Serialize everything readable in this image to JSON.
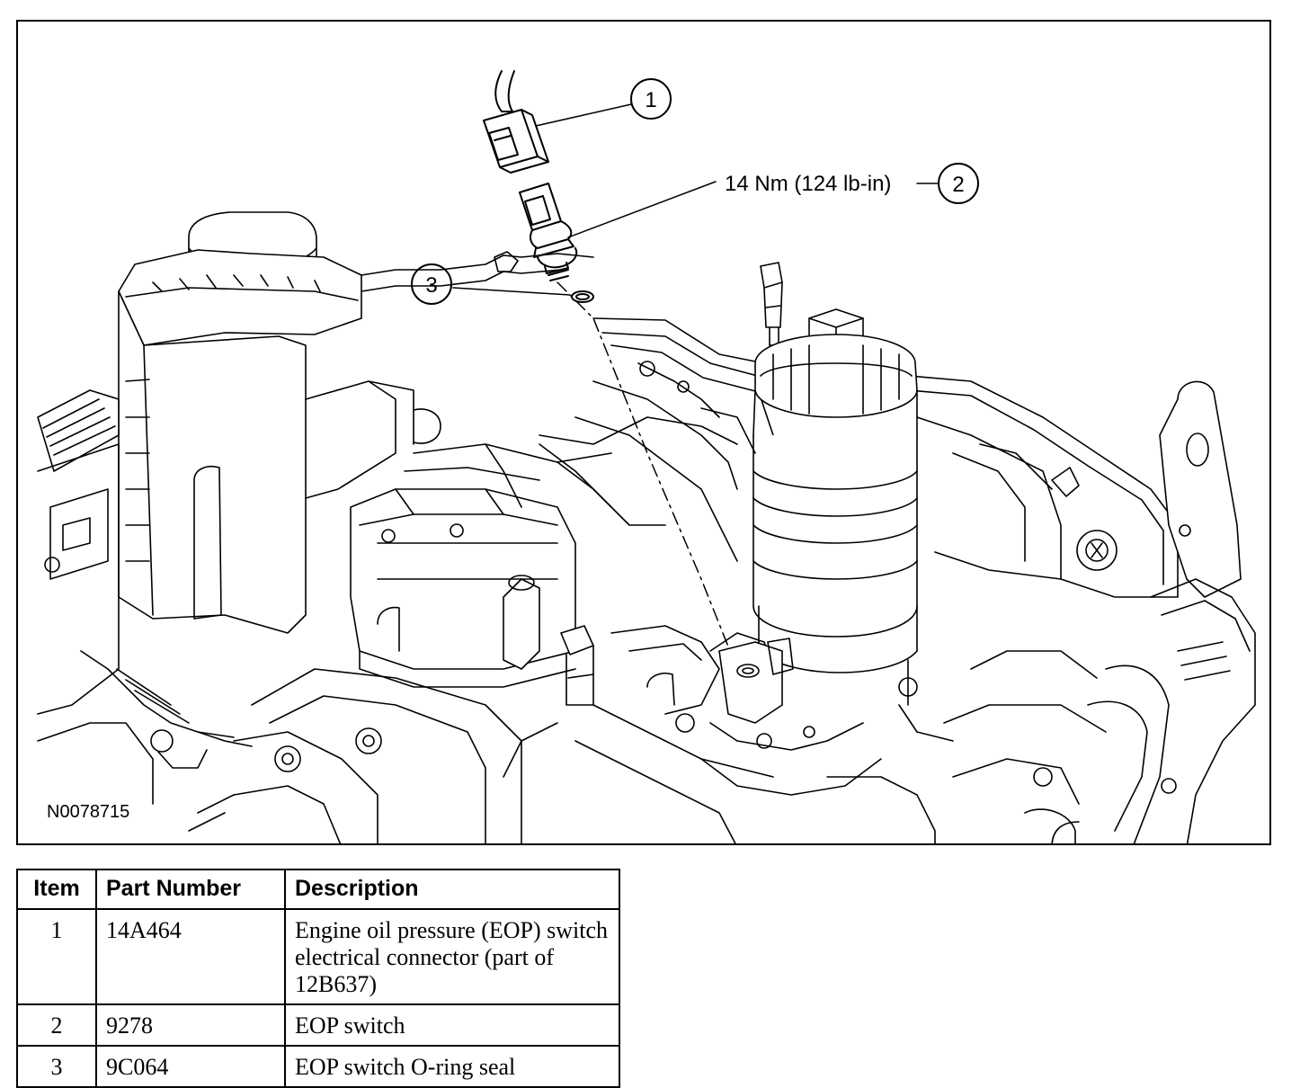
{
  "figure": {
    "id_label": "N0078715",
    "callouts": [
      {
        "number": "1"
      },
      {
        "number": "2",
        "torque_label": "14 Nm (124 lb-in)"
      },
      {
        "number": "3"
      }
    ]
  },
  "table": {
    "headers": {
      "item": "Item",
      "part_number": "Part Number",
      "description": "Description"
    },
    "rows": [
      {
        "item": "1",
        "part_number": "14A464",
        "description": "Engine oil pressure (EOP) switch electrical connector (part of 12B637)"
      },
      {
        "item": "2",
        "part_number": "9278",
        "description": "EOP switch"
      },
      {
        "item": "3",
        "part_number": "9C064",
        "description": "EOP switch O-ring seal"
      }
    ]
  },
  "colors": {
    "line": "#000000",
    "background": "#ffffff"
  }
}
